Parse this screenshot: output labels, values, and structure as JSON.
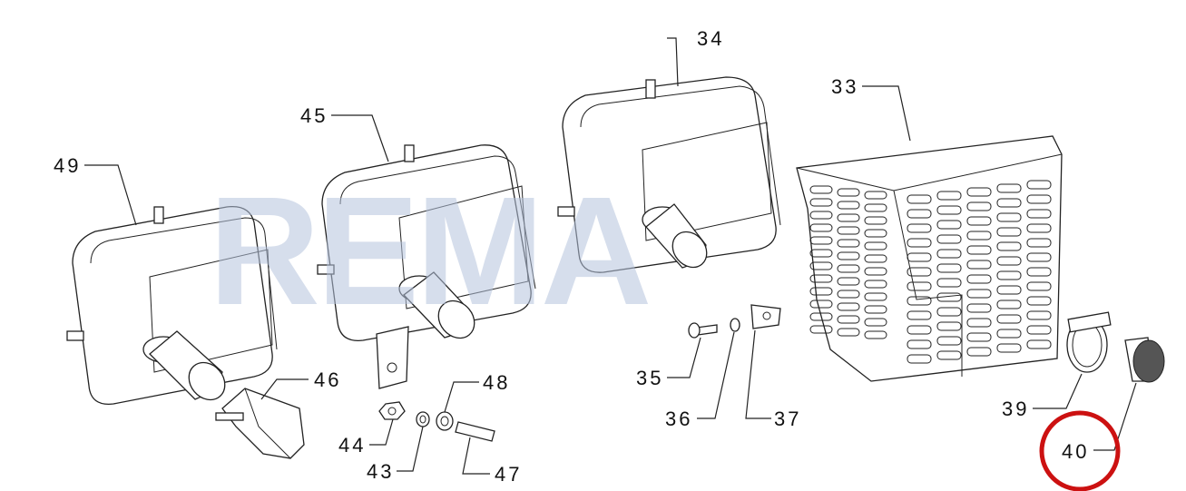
{
  "watermark": "REMA",
  "highlight_color": "#cc1111",
  "highlighted_part": "40",
  "callouts": [
    {
      "id": "34",
      "text": "34"
    },
    {
      "id": "33",
      "text": "33"
    },
    {
      "id": "45",
      "text": "45"
    },
    {
      "id": "49",
      "text": "49"
    },
    {
      "id": "46",
      "text": "46"
    },
    {
      "id": "48",
      "text": "48"
    },
    {
      "id": "44",
      "text": "44"
    },
    {
      "id": "43",
      "text": "43"
    },
    {
      "id": "47",
      "text": "47"
    },
    {
      "id": "35",
      "text": "35"
    },
    {
      "id": "36",
      "text": "36"
    },
    {
      "id": "37",
      "text": "37"
    },
    {
      "id": "39",
      "text": "39"
    },
    {
      "id": "40",
      "text": "40"
    }
  ]
}
